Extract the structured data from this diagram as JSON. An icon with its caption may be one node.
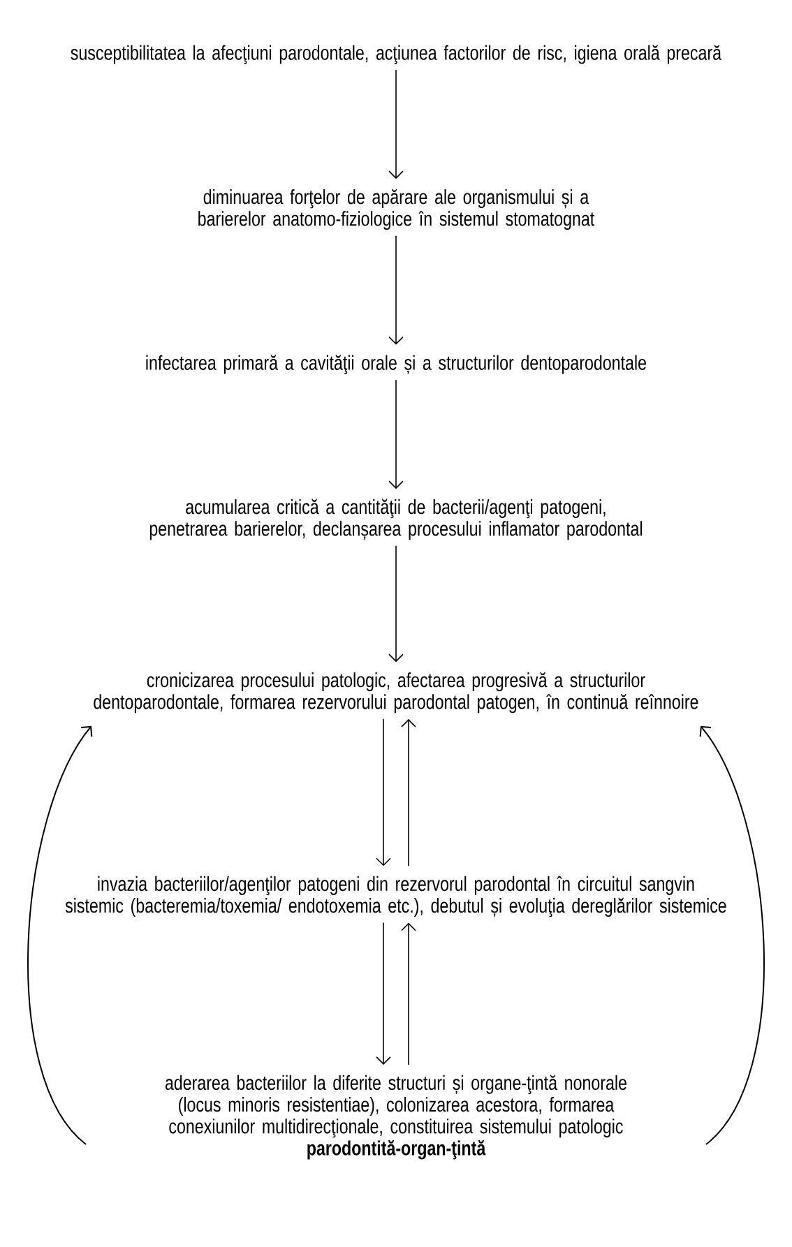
{
  "diagram": {
    "nodes": [
      {
        "text": [
          "susceptibilitatea la afecţiuni parodontale, acţiunea factorilor de risc, igiena orală precară"
        ]
      },
      {
        "text": [
          "diminuarea forţelor de apărare ale organismului și a barierelor anatomo-fiziologice în sistemul stomatognat"
        ]
      },
      {
        "text": [
          "infectarea primară a cavităţii orale și a structurilor dentoparodontale"
        ]
      },
      {
        "text": [
          "acumularea critică a cantităţii de bacterii/agenţi patogeni, penetrarea barierelor, declanșarea procesului inflamator parodontal"
        ]
      },
      {
        "text": [
          "cronicizarea procesului patologic, afectarea progresivă a structurilor dentoparodontale, formarea rezervorului parodontal patogen, în continuă reînnoire"
        ]
      },
      {
        "text": [
          "invazia bacteriilor/agenţilor patogeni din rezervorul parodontal în circuitul sangvin sistemic (bacteremia/toxemia/ endotoxemia etc.), debutul și evoluţia dereglărilor sistemice"
        ]
      },
      {
        "text": [
          "aderarea bacteriilor la diferite structuri și organe-ţintă nonorale (locus minoris resistentiae), colonizarea acestora, formarea conexiunilor multidirecţionale, constituirea sistemului patologic",
          "parodontită-organ-ţintă"
        ]
      }
    ],
    "edges": [
      {
        "from": 0,
        "to": 1,
        "arrow": "to"
      },
      {
        "from": 1,
        "to": 2,
        "arrow": "to"
      },
      {
        "from": 2,
        "to": 3,
        "arrow": "to"
      },
      {
        "from": 3,
        "to": 4,
        "arrow": "to"
      },
      {
        "from": 4,
        "to": 5,
        "arrow": "to"
      },
      {
        "from": 5,
        "to": 4,
        "arrow": "to"
      },
      {
        "from": 5,
        "to": 6,
        "arrow": "to"
      },
      {
        "from": 6,
        "to": 5,
        "arrow": "to"
      },
      {
        "from": 6,
        "to": 4,
        "arrow": "to"
      },
      {
        "from": 6,
        "to": 4,
        "arrow": "to"
      }
    ]
  }
}
